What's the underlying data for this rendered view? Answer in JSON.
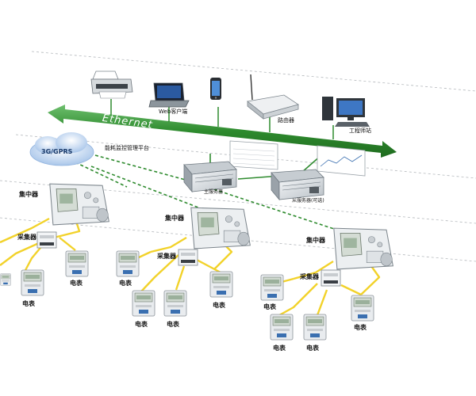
{
  "labels": {
    "ethernet": "Ethernet",
    "web_client": "Web客户端",
    "router": "路由器",
    "workstation": "工程师站",
    "cloud": "3G/GPRS",
    "platform": "能耗监控管理平台",
    "main_server": "主服务器",
    "backup_server": "从服务器(可选)",
    "concentrator": "集中器",
    "collector": "采集器",
    "meter": "电表"
  },
  "colors": {
    "ethernet": "#2e8b2e",
    "link": "#2e8b2e",
    "bus": "#f2d22a",
    "device_body": "#dfe3e6"
  }
}
